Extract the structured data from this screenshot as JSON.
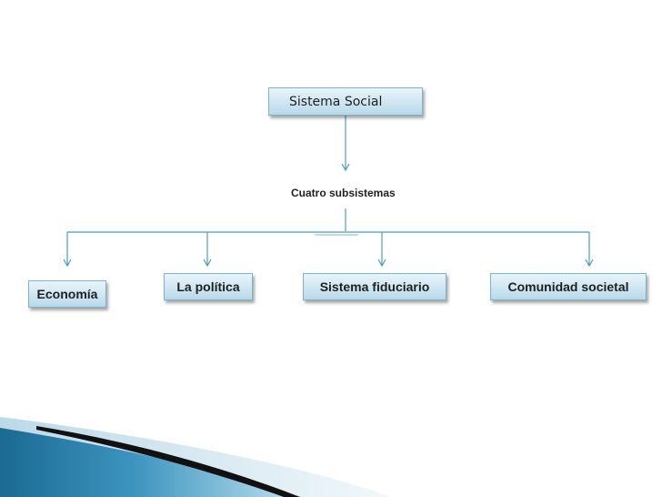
{
  "diagram": {
    "root": "Sistema Social",
    "caption": "Cuatro subsistemas",
    "nodes": [
      {
        "label": "Economía"
      },
      {
        "label": "La política"
      },
      {
        "label": "Sistema fiduciario"
      },
      {
        "label": "Comunidad societal"
      }
    ]
  },
  "colors": {
    "connector": "#4a9cc0",
    "box_fill": "#cfe6f2",
    "box_border": "#7fb2cc",
    "accent_band": "#1f6d94",
    "dark_band": "#111111"
  }
}
